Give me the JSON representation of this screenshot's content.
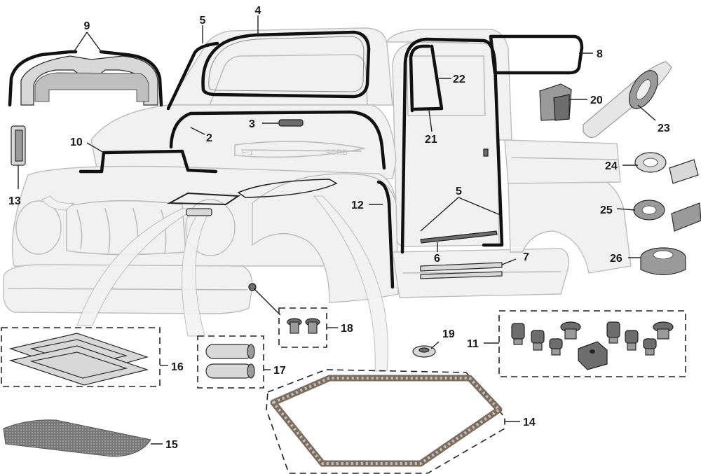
{
  "diagram": {
    "callouts": [
      {
        "id": "c2",
        "label": "2"
      },
      {
        "id": "c3",
        "label": "3"
      },
      {
        "id": "c4",
        "label": "4"
      },
      {
        "id": "c5a",
        "label": "5"
      },
      {
        "id": "c5b",
        "label": "5"
      },
      {
        "id": "c6",
        "label": "6"
      },
      {
        "id": "c7",
        "label": "7"
      },
      {
        "id": "c8",
        "label": "8"
      },
      {
        "id": "c9",
        "label": "9"
      },
      {
        "id": "c10",
        "label": "10"
      },
      {
        "id": "c11",
        "label": "11"
      },
      {
        "id": "c12",
        "label": "12"
      },
      {
        "id": "c13",
        "label": "13"
      },
      {
        "id": "c14",
        "label": "14"
      },
      {
        "id": "c15",
        "label": "15"
      },
      {
        "id": "c16",
        "label": "16"
      },
      {
        "id": "c17",
        "label": "17"
      },
      {
        "id": "c18",
        "label": "18"
      },
      {
        "id": "c19",
        "label": "19"
      },
      {
        "id": "c20",
        "label": "20"
      },
      {
        "id": "c21",
        "label": "21"
      },
      {
        "id": "c22",
        "label": "22"
      },
      {
        "id": "c23",
        "label": "23"
      },
      {
        "id": "c24",
        "label": "24"
      },
      {
        "id": "c25",
        "label": "25"
      },
      {
        "id": "c26",
        "label": "26"
      }
    ]
  }
}
